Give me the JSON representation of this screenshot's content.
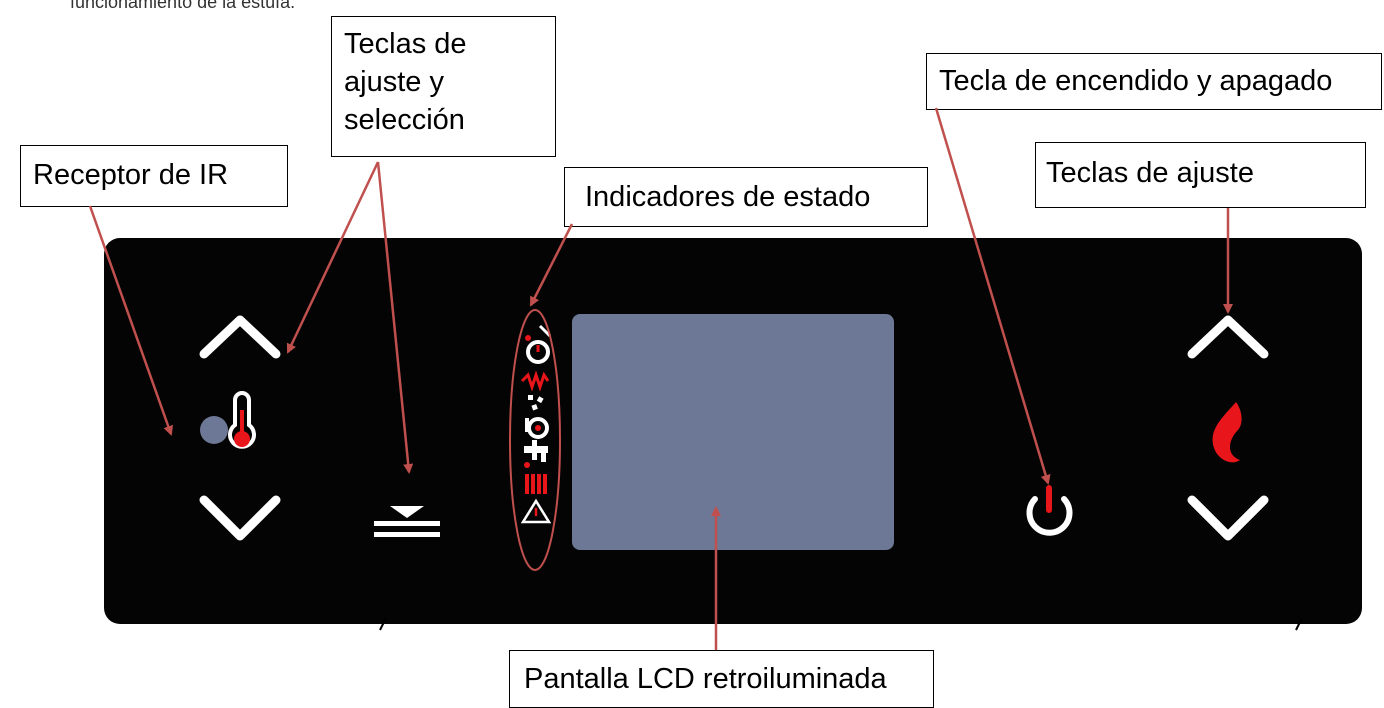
{
  "top_text": "funcionamiento de la estufa.",
  "callouts": {
    "receptor_ir": "Receptor de IR",
    "teclas_ajuste_seleccion": [
      "Teclas de",
      "ajuste y",
      "selección"
    ],
    "indicadores_estado": "Indicadores de estado",
    "tecla_encendido": "Tecla de encendido y apagado",
    "teclas_ajuste": "Teclas de ajuste",
    "pantalla_lcd": "Pantalla LCD retroiluminada"
  },
  "icons": [
    "up-arrow-icon",
    "down-arrow-icon",
    "ir-receiver-icon",
    "thermometer-icon",
    "select-icon",
    "clock-icon",
    "resistance-icon",
    "pellet-icon",
    "pump-icon",
    "tap-icon",
    "radiator-icon",
    "alarm-icon",
    "power-icon",
    "flame-icon"
  ],
  "colors": {
    "panel": "#040404",
    "lcd": "#6d7896",
    "arrow": "#c0504d",
    "accent_red": "#e8151b",
    "icon_white": "#ffffff"
  }
}
